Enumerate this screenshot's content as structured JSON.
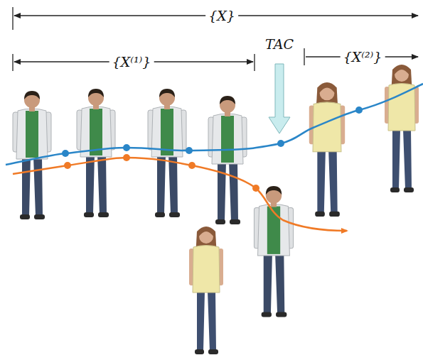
{
  "diagram": {
    "labels": [
      "{X}",
      "TAC",
      "{X⁽¹⁾}",
      "{X⁽²⁾}"
    ]
  }
}
